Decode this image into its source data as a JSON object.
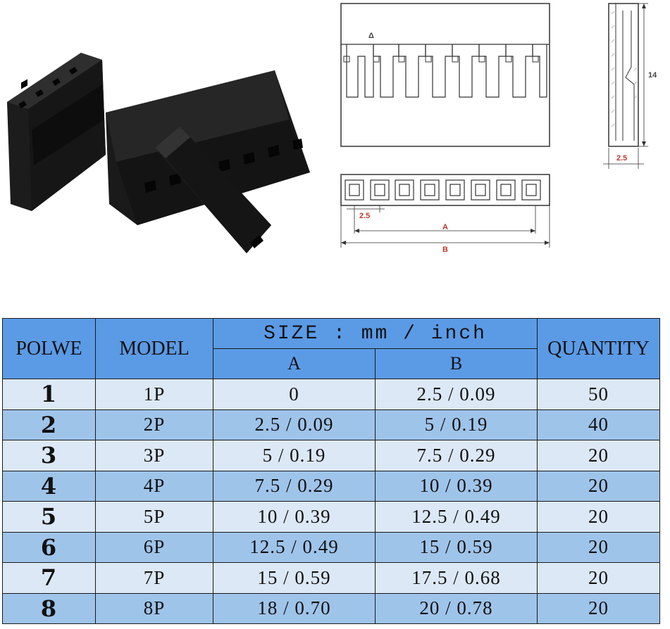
{
  "drawing": {
    "front_marker": "Δ",
    "side_height_label": "14",
    "side_width_label": "2.5",
    "pitch_label": "2.5",
    "dim_a_label": "A",
    "dim_b_label": "B"
  },
  "table": {
    "headers": {
      "polwe": "POLWE",
      "model": "MODEL",
      "size": "SIZE : mm / inch",
      "a": "A",
      "b": "B",
      "quantity": "QUANTITY"
    },
    "rows": [
      {
        "polwe": "1",
        "model": "1P",
        "a": "0",
        "b": "2.5 / 0.09",
        "quantity": "50"
      },
      {
        "polwe": "2",
        "model": "2P",
        "a": "2.5 / 0.09",
        "b": "5 / 0.19",
        "quantity": "40"
      },
      {
        "polwe": "3",
        "model": "3P",
        "a": "5 / 0.19",
        "b": "7.5 / 0.29",
        "quantity": "20"
      },
      {
        "polwe": "4",
        "model": "4P",
        "a": "7.5 / 0.29",
        "b": "10 / 0.39",
        "quantity": "20"
      },
      {
        "polwe": "5",
        "model": "5P",
        "a": "10 / 0.39",
        "b": "12.5 / 0.49",
        "quantity": "20"
      },
      {
        "polwe": "6",
        "model": "6P",
        "a": "12.5 / 0.49",
        "b": "15 / 0.59",
        "quantity": "20"
      },
      {
        "polwe": "7",
        "model": "7P",
        "a": "15 / 0.59",
        "b": "17.5 / 0.68",
        "quantity": "20"
      },
      {
        "polwe": "8",
        "model": "8P",
        "a": "18 / 0.70",
        "b": "20 / 0.78",
        "quantity": "20"
      }
    ]
  },
  "colors": {
    "header_bg": "#5b9be6",
    "row_light": "#dce8f5",
    "row_dark": "#9fc4ea",
    "dimension_red": "#c0392b"
  }
}
